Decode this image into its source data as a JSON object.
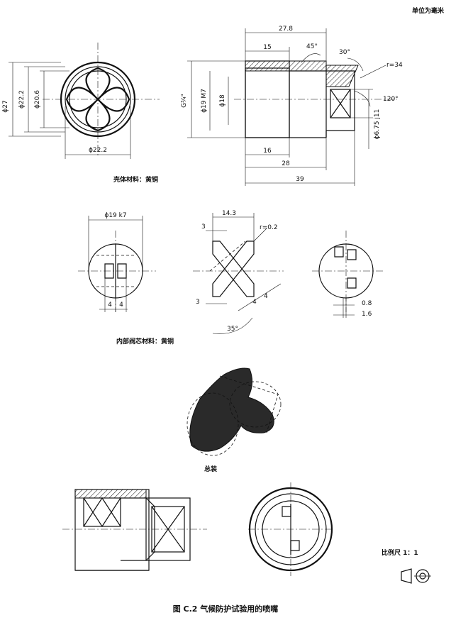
{
  "units_note": "单位为毫米",
  "views": {
    "shell": {
      "material_label": "壳体材料：黄铜",
      "dims": {
        "d27": "ϕ27",
        "d22_2_left": "ϕ22.2",
        "d20_6": "ϕ20.6",
        "d22_2_bottom": "ϕ22.2",
        "l27_8": "27.8",
        "l15": "15",
        "a45": "45°",
        "a30": "30°",
        "r34": "r=34",
        "thread": "G¾\"",
        "d19m7": "ϕ19 M7",
        "d18": "ϕ18",
        "a120": "120°",
        "d6_75": "ϕ6.75 j11",
        "l16": "16",
        "l28": "28",
        "l39": "39"
      }
    },
    "core": {
      "material_label": "内部阀芯材料：黄铜",
      "dims": {
        "d19k7": "ϕ19 k7",
        "l14_3": "14.3",
        "l3_top": "3",
        "r0_2": "r=0.2",
        "l3_bottom": "3",
        "l4_a": "4",
        "l4_b": "4",
        "l4_c": "4",
        "l4_d": "4",
        "a35": "35°",
        "l0_8": "0.8",
        "l1_6": "1.6"
      }
    },
    "assembly": {
      "label": "总装"
    }
  },
  "scale_label": "比例尺 1：1",
  "figure_caption": "图 C.2    气候防护试验用的喷嘴"
}
